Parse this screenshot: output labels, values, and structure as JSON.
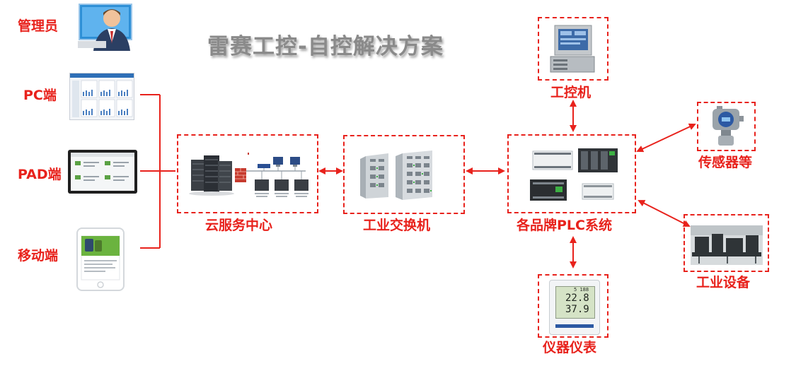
{
  "title": "雷赛工控-自控解决方案",
  "clients": {
    "admin": "管理员",
    "pc": "PC端",
    "pad": "PAD端",
    "mobile": "移动端"
  },
  "nodes": {
    "cloud": "云服务中心",
    "switch": "工业交换机",
    "plc": "各品牌PLC系统",
    "ipc": "工控机",
    "sensor": "传感器等",
    "equipment": "工业设备",
    "meter": "仪器仪表"
  },
  "meter_display": {
    "top": "5 188",
    "temp": "22.8",
    "humidity": "37.9"
  },
  "colors": {
    "accent": "#e8221c",
    "title": "#8a8a8a"
  }
}
